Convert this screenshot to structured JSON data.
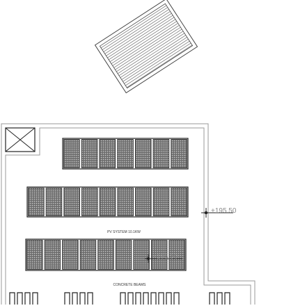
{
  "drawing": {
    "system_label": "PV SYSTEM 10.1KW",
    "beams_label": "CONCRETE BEAMS",
    "elevation_main": "+195.50",
    "elevation_secondary": "+195.50"
  },
  "panel_rows": [
    {
      "name": "panel-row-1",
      "panel_count": 7
    },
    {
      "name": "panel-row-2",
      "panel_count": 9
    },
    {
      "name": "panel-row-3",
      "panel_count": 9
    }
  ],
  "beam_groups": [
    {
      "name": "beam-group-1",
      "beam_count": 4
    },
    {
      "name": "beam-group-2",
      "beam_count": 4
    },
    {
      "name": "beam-group-3",
      "beam_count": 8
    },
    {
      "name": "beam-group-4",
      "beam_count": 3
    }
  ],
  "colors": {
    "line": "#222222",
    "outline_light": "#9a9a9a",
    "panel_fill": "#7a7a7a",
    "label_grey": "#8a8a8a"
  }
}
